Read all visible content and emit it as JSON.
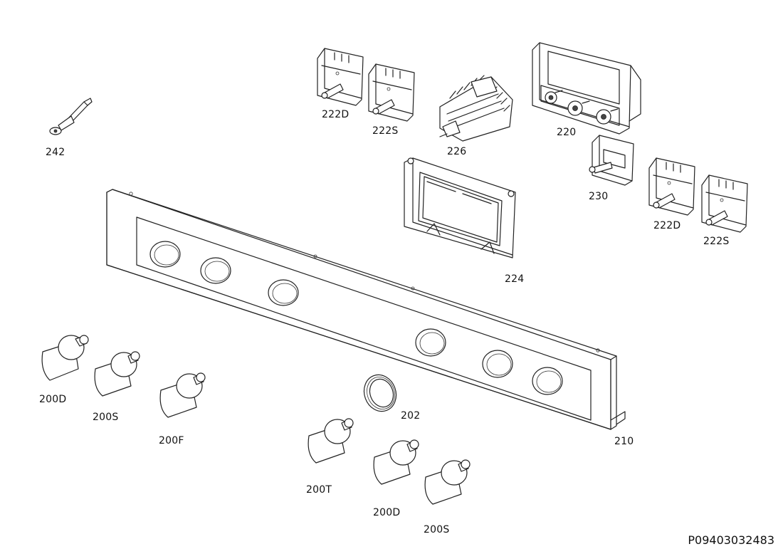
{
  "diagram": {
    "labels": {
      "l242": "242",
      "l222D_top": "222D",
      "l222S_top": "222S",
      "l226": "226",
      "l220": "220",
      "l230": "230",
      "l222D_right": "222D",
      "l222S_right": "222S",
      "l224": "224",
      "l210": "210",
      "l200D_left": "200D",
      "l200S_left": "200S",
      "l200F": "200F",
      "l202": "202",
      "l200T": "200T",
      "l200D_bottom": "200D",
      "l200S_bottom": "200S"
    },
    "document_number": "P09403032483"
  }
}
